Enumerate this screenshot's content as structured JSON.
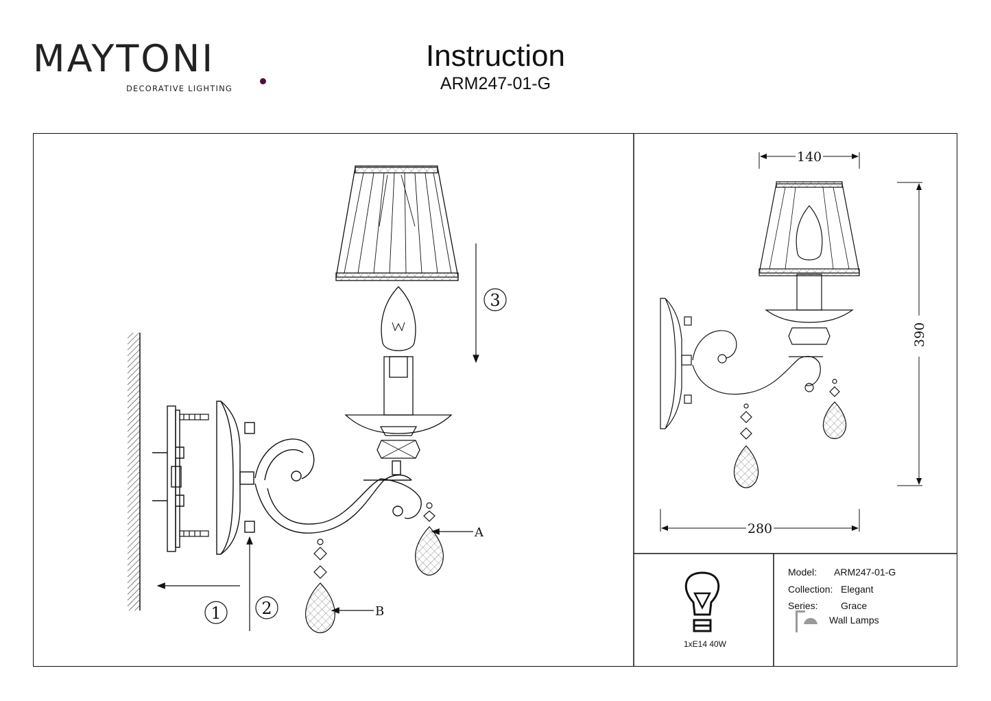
{
  "brand": {
    "name": "MAYTONI",
    "tagline": "DECORATIVE LIGHTING",
    "accent_color": "#4a1438"
  },
  "header": {
    "title": "Instruction",
    "model_code": "ARM247-01-G"
  },
  "assembly": {
    "step_1": "1",
    "step_2": "2",
    "step_3": "3",
    "part_a": "A",
    "part_b": "B"
  },
  "dimensions": {
    "width_top": "140",
    "height": "390",
    "width_bottom": "280"
  },
  "lamp": {
    "spec": "1xE14 40W",
    "icon": "light-bulb-icon"
  },
  "specs": {
    "model_label": "Model:",
    "model_value": "ARM247-01-G",
    "collection_label": "Collection:",
    "collection_value": "Elegant",
    "series_label": "Series:",
    "series_value": "Grace",
    "type_icon": "wall-lamp-icon",
    "type_value": "Wall Lamps"
  }
}
